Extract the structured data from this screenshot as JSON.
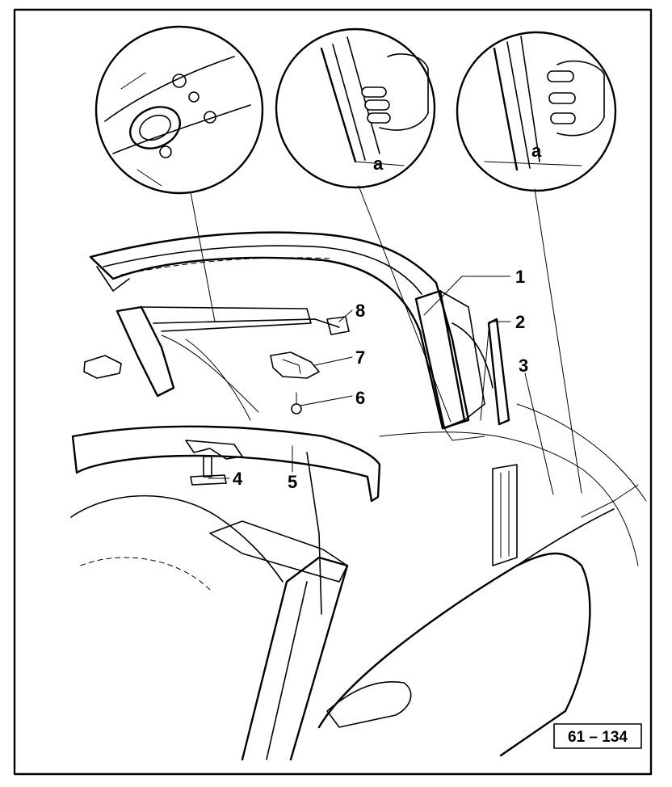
{
  "callouts": {
    "c1": "1",
    "c2": "2",
    "c3": "3",
    "c4": "4",
    "c5": "5",
    "c6": "6",
    "c7": "7",
    "c8": "8"
  },
  "detail_labels": {
    "a_middle": "a",
    "a_right": "a"
  },
  "reference_number": "61 – 134"
}
